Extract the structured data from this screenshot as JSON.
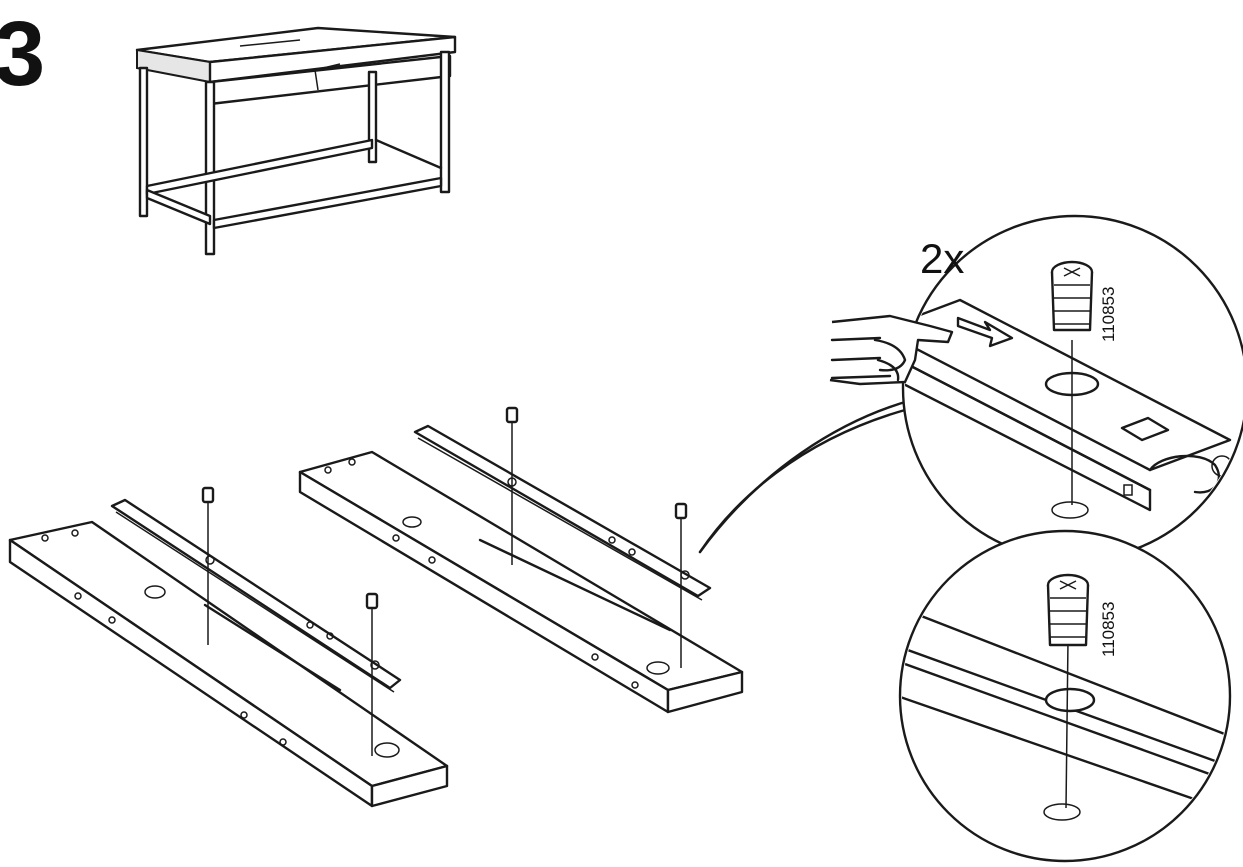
{
  "step": {
    "number": "3"
  },
  "detail": {
    "quantity": "2x",
    "part_number_top": "110853",
    "part_number_bottom": "110853"
  }
}
